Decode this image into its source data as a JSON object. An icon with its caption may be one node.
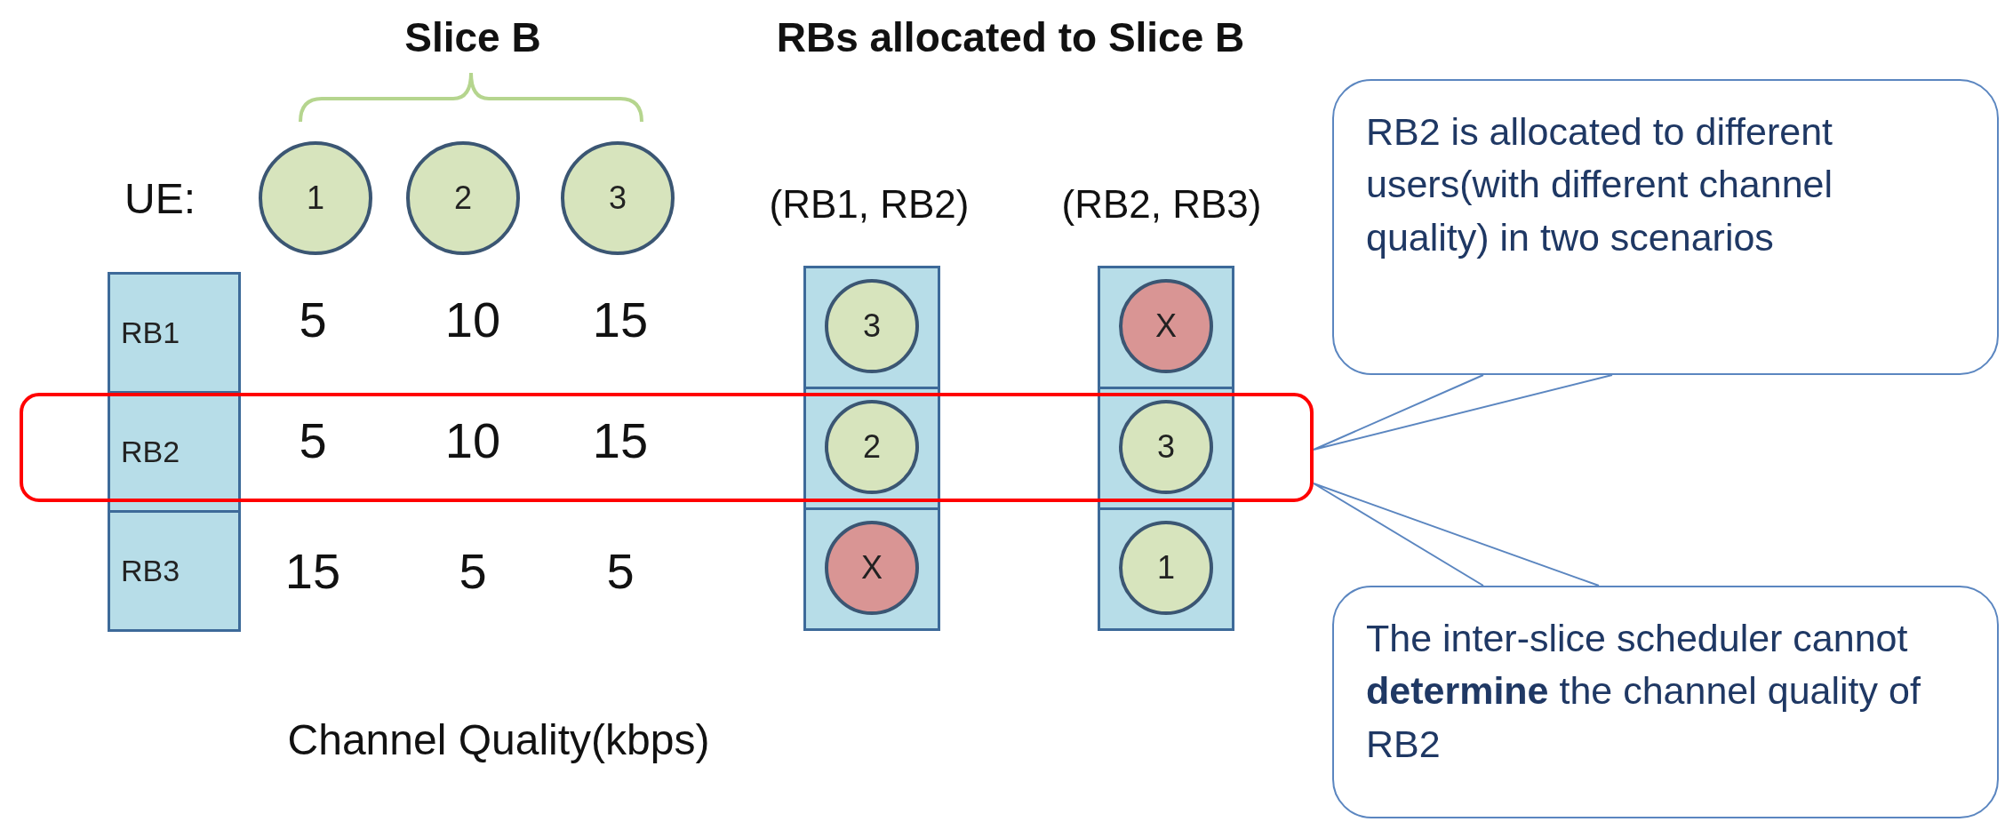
{
  "diagram": {
    "nodes": [
      {
        "text": [
          "1"
        ]
      },
      {
        "text": [
          "2"
        ]
      },
      {
        "text": [
          "3"
        ]
      },
      {
        "text": [
          "RB1"
        ]
      },
      {
        "text": [
          "RB2"
        ]
      },
      {
        "text": [
          "RB3"
        ]
      },
      {
        "text": [],
        "shape": "box"
      },
      {
        "text": [
          "3"
        ],
        "in": 6
      },
      {
        "text": [],
        "shape": "box"
      },
      {
        "text": [
          "2"
        ],
        "in": 8
      },
      {
        "text": [],
        "shape": "box"
      },
      {
        "text": [
          "X"
        ],
        "in": 10
      },
      {
        "text": [],
        "shape": "box"
      },
      {
        "text": [
          "X"
        ],
        "in": 12
      },
      {
        "text": [],
        "shape": "box"
      },
      {
        "text": [
          "3"
        ],
        "in": 14
      },
      {
        "text": [],
        "shape": "box"
      },
      {
        "text": [
          "1"
        ],
        "in": 16
      },
      {
        "text": [],
        "shape": "box"
      },
      {
        "text": [
          "RB2 is allocated to different users(with different channel quality) in two scenarios"
        ]
      },
      {
        "text": [
          "The inter-slice scheduler cannot **determine** the channel quality of RB2"
        ]
      }
    ],
    "edges": [
      {
        "from": 19,
        "to": 18,
        "arrow": "none"
      },
      {
        "from": 20,
        "to": 18,
        "arrow": "none"
      }
    ],
    "labels": [
      "Slice B",
      "RBs allocated to Slice B",
      "UE:",
      "(RB1, RB2)",
      "(RB2, RB3)",
      "5",
      "10",
      "15",
      "5",
      "10",
      "15",
      "15",
      "5",
      "5",
      "Channel Quality(kbps)"
    ]
  }
}
